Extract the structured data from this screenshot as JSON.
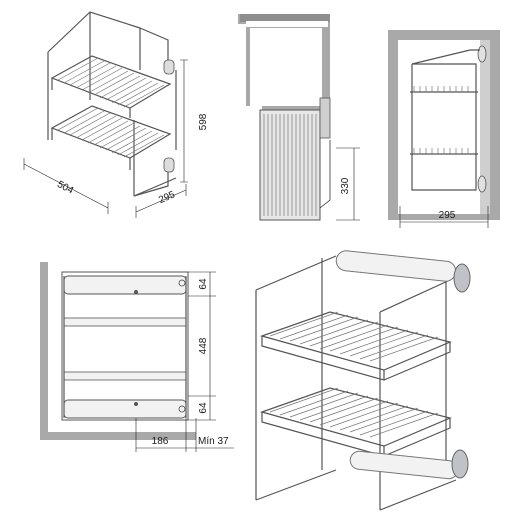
{
  "figures": {
    "iso_view": {
      "width_label": "504",
      "depth_label": "295",
      "height_label": "598"
    },
    "side_open_view": {
      "height_label": "330"
    },
    "side_fitted_view": {
      "depth_label": "295"
    },
    "front_view": {
      "top_offset_label": "64",
      "middle_label": "448",
      "bottom_offset_label": "64",
      "bottom_width_label": "186",
      "min_clearance_label": "Mín 37"
    },
    "photo": {}
  },
  "colors": {
    "cabinet_grey": "#a9a9a9",
    "wire": "#555555",
    "rail_white": "#f2f2f2"
  }
}
